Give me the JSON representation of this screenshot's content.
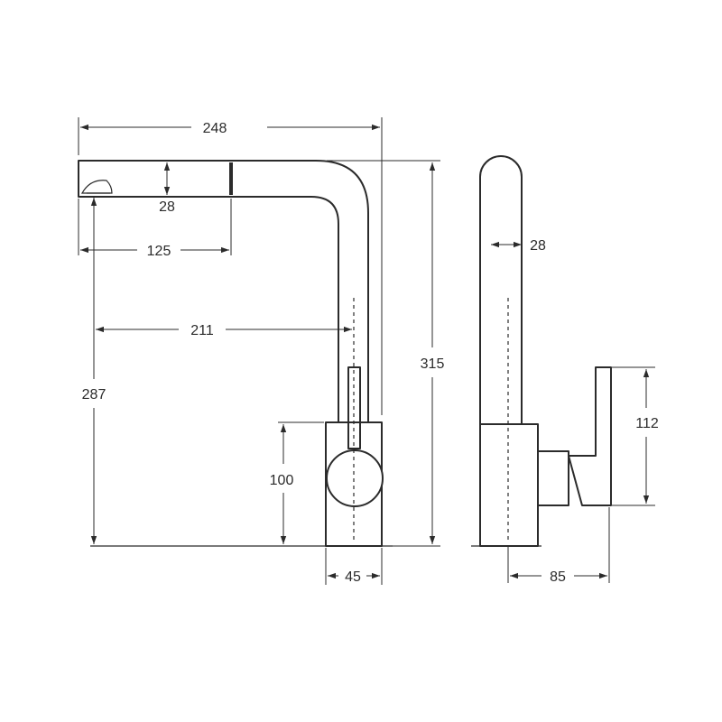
{
  "dimensions": {
    "overall_length": "248",
    "spout_height": "28",
    "outlet_offset": "125",
    "reach": "211",
    "outlet_height": "287",
    "body_height": "100",
    "body_width": "45",
    "overall_height": "315",
    "spout_width": "28",
    "handle_height": "112",
    "handle_depth": "85"
  },
  "colors": {
    "line": "#2b2b2b",
    "background": "#ffffff"
  }
}
